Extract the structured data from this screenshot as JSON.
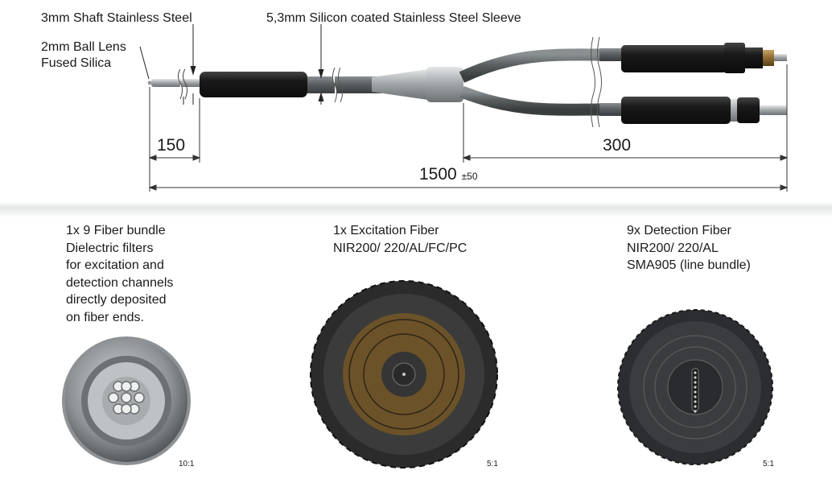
{
  "labels": {
    "shaft": "3mm Shaft Stainless Steel",
    "ball_lens_1": "2mm Ball Lens",
    "ball_lens_2": "Fused Silica",
    "sleeve": "5,3mm Silicon coated Stainless Steel Sleeve"
  },
  "dimensions": {
    "tip_length": "150",
    "branch_length": "300",
    "total_length": "1500",
    "tolerance": "±50"
  },
  "details": [
    {
      "lines": [
        "1x 9 Fiber bundle",
        "Dielectric filters",
        "for excitation and",
        "detection channels",
        "directly deposited",
        "on fiber ends."
      ],
      "scale": "10:1"
    },
    {
      "lines": [
        "1x Excitation Fiber",
        "NIR200/ 220/AL/FC/PC"
      ],
      "scale": "5:1"
    },
    {
      "lines": [
        "9x Detection Fiber",
        "NIR200/ 220/AL",
        "SMA905 (line bundle)"
      ],
      "scale": "5:1"
    }
  ],
  "colors": {
    "tube": "#5f6466",
    "handle": "#1c1c1c",
    "steel": "#b8bcbf",
    "brass": "#7a5b2c"
  }
}
